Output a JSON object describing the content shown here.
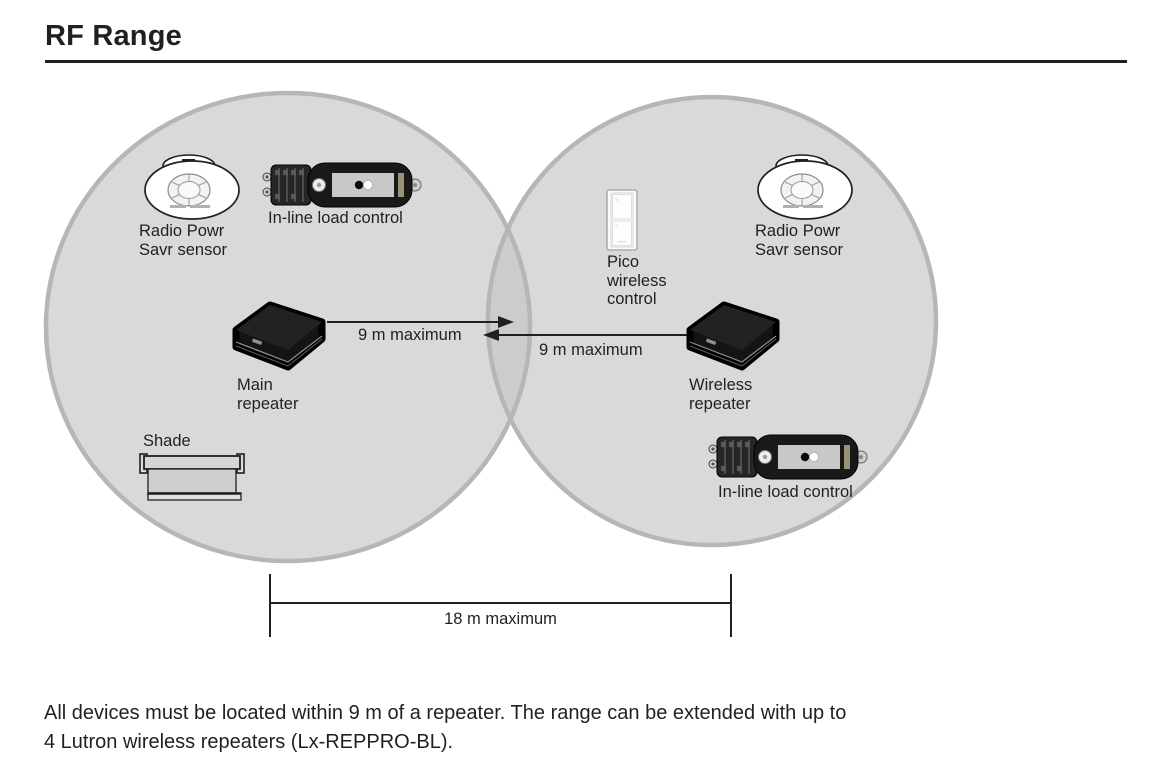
{
  "title": "RF Range",
  "diagram": {
    "left_circle": {
      "sensor_label": "Radio Powr\nSavr sensor",
      "inline_label": "In-line load control",
      "repeater_label": "Main\nrepeater",
      "shade_label": "Shade",
      "range_label": "9 m maximum"
    },
    "right_circle": {
      "pico_label": "Pico\nwireless\ncontrol",
      "sensor_label": "Radio Powr\nSavr sensor",
      "repeater_label": "Wireless\nrepeater",
      "inline_label": "In-line load control",
      "range_label": "9 m maximum"
    },
    "total_span_label": "18 m maximum"
  },
  "footer": {
    "text": "All devices must be located within 9 m of a repeater. The range can be extended with up to\n4 Lutron wireless repeaters (Lx-REPPRO-BL)."
  },
  "icons": {
    "left_sensor": "ceiling-occupancy-sensor-icon",
    "left_inline": "in-line-load-control-icon",
    "main_repeater": "repeater-box-icon",
    "pico": "pico-remote-icon",
    "right_sensor": "ceiling-occupancy-sensor-icon",
    "wireless_repeater": "repeater-box-icon",
    "right_inline": "in-line-load-control-icon",
    "shade": "roller-shade-icon"
  },
  "colors": {
    "text": "#231f20",
    "circle_fill": "#d9d9d9",
    "circle_overlap": "#cbcccd",
    "circle_border": "#b5b6b7",
    "device_dark": "#1a1a1a"
  }
}
